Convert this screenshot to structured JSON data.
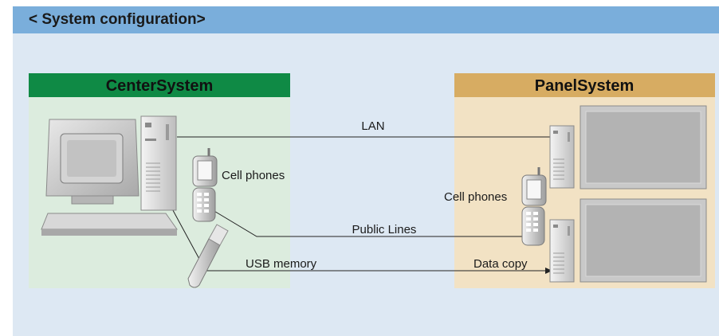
{
  "title": "< System configuration>",
  "colors": {
    "title_bar": "#7aaedb",
    "background": "#dde8f3",
    "center_header": "#0f8a45",
    "center_body": "#dcecde",
    "panel_header": "#d7ac62",
    "panel_body": "#f2e2c4"
  },
  "center": {
    "title": "CenterSystem"
  },
  "panel": {
    "title": "PanelSystem"
  },
  "labels": {
    "lan": "LAN",
    "cell_center": "Cell phones",
    "cell_panel": "Cell phones",
    "public_lines": "Public Lines",
    "usb": "USB memory",
    "data_copy": "Data copy"
  },
  "icons": [
    "desktop-computer-icon",
    "cell-phone-icon",
    "usb-memory-icon",
    "server-tower-icon",
    "display-panel-icon"
  ]
}
